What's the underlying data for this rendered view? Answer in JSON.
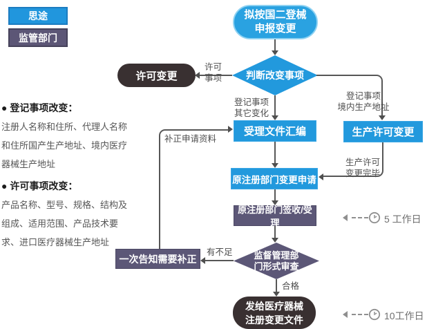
{
  "legend": {
    "situ": "思途",
    "regulator": "监管部门"
  },
  "nodes": {
    "start": [
      "拟按国二登械",
      "申报变更"
    ],
    "decision_change": "判断改变事项",
    "license_change": "许可变更",
    "accept_docs": "受理文件汇编",
    "production_license_change": "生产许可变更",
    "reg_dept_change_application": "原注册部门变更申请",
    "reg_dept_sign_accept": "原注册部门签收/受理",
    "review": [
      "监督管理部",
      "门形式审查"
    ],
    "notify_correction": "一次告知需要补正",
    "end": [
      "发给医疗器械",
      "注册变更文件"
    ]
  },
  "edge_labels": {
    "license_item": [
      "许可",
      "事项"
    ],
    "reg_other": [
      "登记事项",
      "其它变化"
    ],
    "reg_domestic_addr": [
      "登记事项",
      "境内生产地址"
    ],
    "production_done": [
      "生产许可",
      "变更完毕"
    ],
    "correction_material": "补正申请资料",
    "insufficient": "有不足",
    "qualified": "合格"
  },
  "timers": [
    {
      "label": "5 工作日"
    },
    {
      "label": "10工作日"
    }
  ],
  "notes": {
    "sections": [
      {
        "title": "● 登记事项改变：",
        "lines": [
          "注册人名称和住所、代理人名称",
          "和住所国产生产地址、境内医疗",
          "器械生产地址"
        ]
      },
      {
        "title": "● 许可事项改变：",
        "lines": [
          "产品名称、型号、规格、结构及",
          "组成、适用范围、产品技术要",
          "求、进口医疗器械生产地址"
        ]
      }
    ]
  },
  "colors": {
    "blue": "#2299dd",
    "purple": "#5c5777",
    "dark": "#393031",
    "line": "#565656",
    "timer_gray": "#8f8f8f"
  }
}
